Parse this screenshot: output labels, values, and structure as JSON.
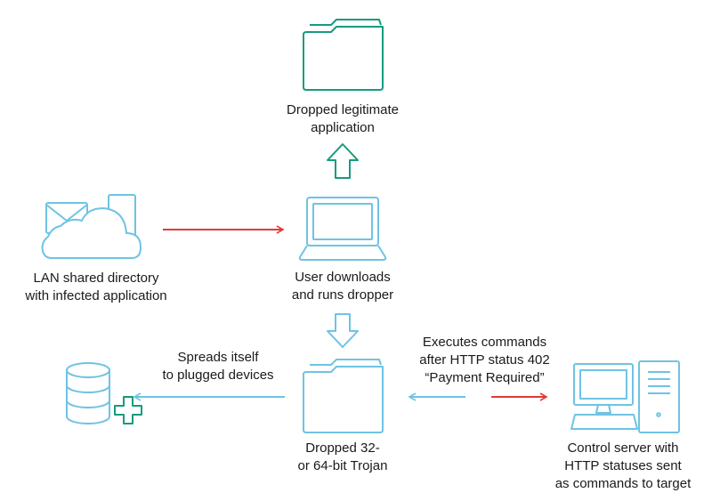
{
  "nodes": {
    "dropped_app": {
      "label": "Dropped legitimate\napplication"
    },
    "lan_share": {
      "label": "LAN shared directory\nwith infected application"
    },
    "user_laptop": {
      "label": "User downloads\nand runs dropper"
    },
    "storage": {
      "label": ""
    },
    "trojan": {
      "label": "Dropped 32-\nor 64-bit Trojan"
    },
    "control_server": {
      "label": "Control server with\nHTTP statuses sent\nas commands to target"
    }
  },
  "edges": {
    "spread": {
      "label": "Spreads itself\nto plugged devices"
    },
    "commands": {
      "label": "Executes commands\nafter HTTP status 402\n“Payment Required”"
    }
  },
  "colors": {
    "blue": "#6fc3e3",
    "green": "#169b7f",
    "red": "#e23a36",
    "text": "#1a1a1a"
  }
}
